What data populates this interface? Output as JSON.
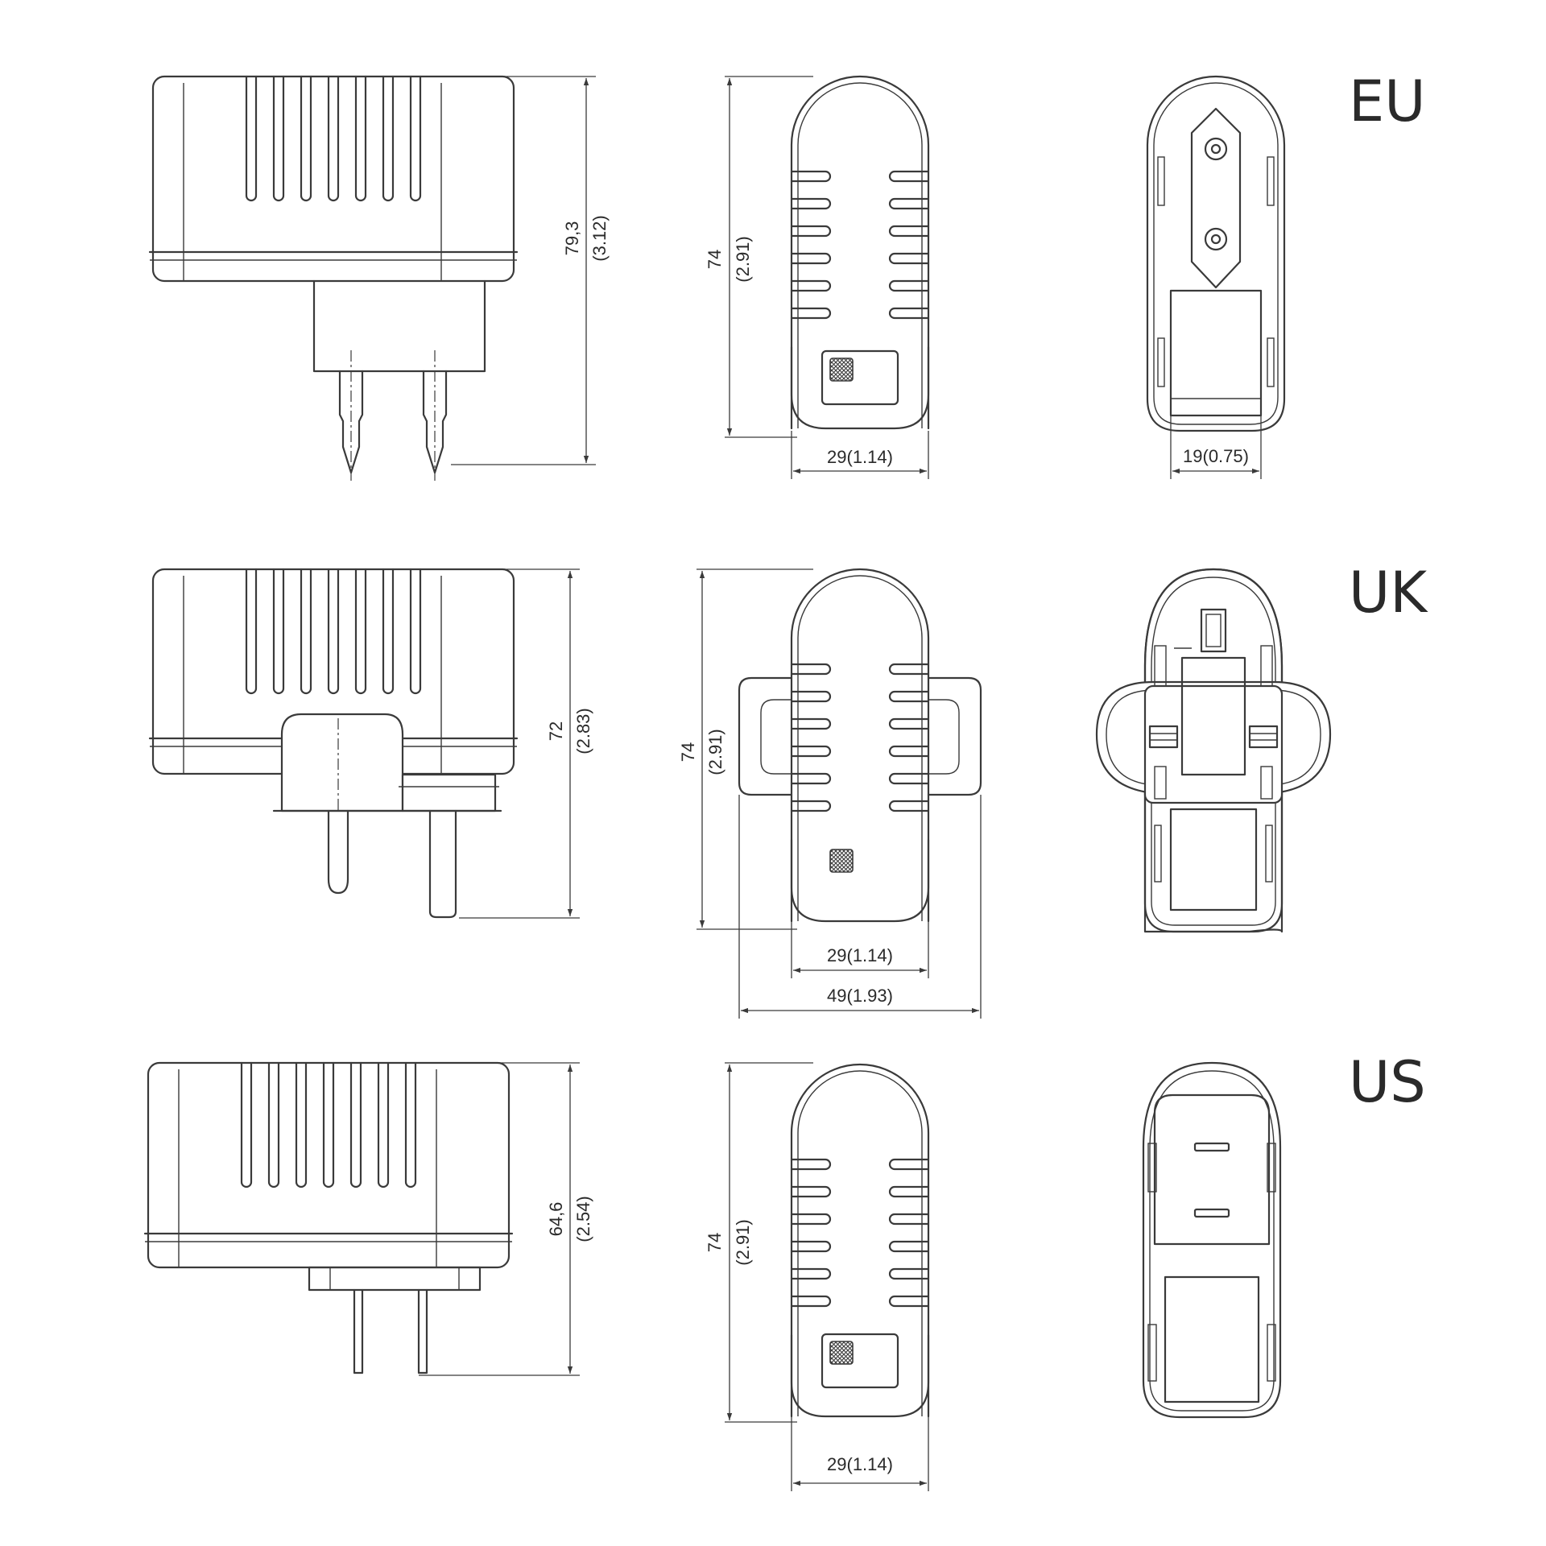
{
  "variants": [
    {
      "label": "EU",
      "side_height": "79,3",
      "side_height_in": "(3.12)",
      "front_height": "74",
      "front_height_in": "(2.91)",
      "front_width": "29(1.14)",
      "pin_spacing": "19(0.75)"
    },
    {
      "label": "UK",
      "side_height": "72",
      "side_height_in": "(2.83)",
      "front_height": "74",
      "front_height_in": "(2.91)",
      "front_width": "29(1.14)",
      "overall_width": "49(1.93)"
    },
    {
      "label": "US",
      "side_height": "64,6",
      "side_height_in": "(2.54)",
      "front_height": "74",
      "front_height_in": "(2.91)",
      "front_width": "29(1.14)"
    }
  ]
}
